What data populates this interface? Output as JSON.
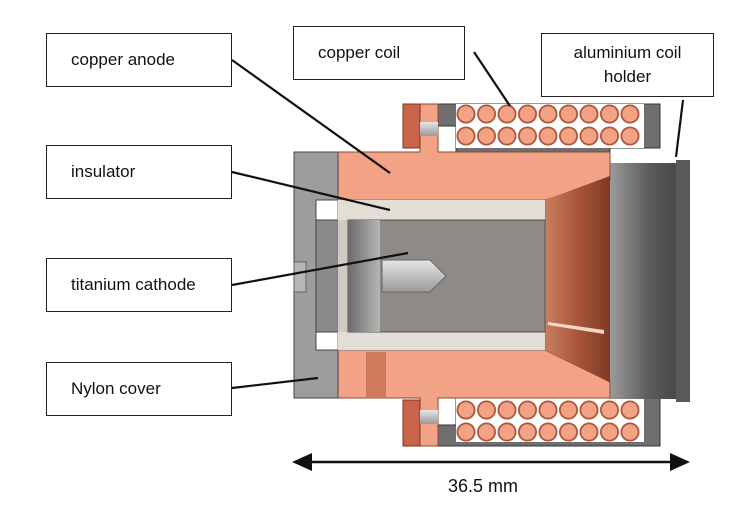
{
  "labels": {
    "copper_anode": "copper anode",
    "copper_coil": "copper coil",
    "aluminium_coil_holder_line1": "aluminium coil",
    "aluminium_coil_holder_line2": "holder",
    "insulator": "insulator",
    "titanium_cathode": "titanium cathode",
    "nylon_cover": "Nylon cover"
  },
  "dimension": "36.5 mm",
  "colors": {
    "copper": "#f2a385",
    "copper_dark": "#b0553a",
    "aluminium": "#6e6e6e",
    "nylon": "#9a9a9a",
    "insulator": "#d8d4cc",
    "cathode": "#8f8a86"
  }
}
